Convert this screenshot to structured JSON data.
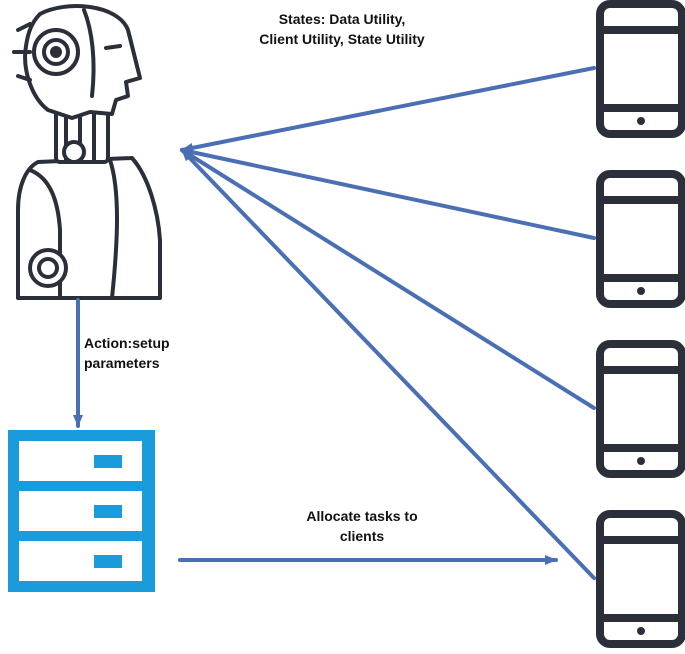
{
  "labels": {
    "states": "States: Data Utility, Client Utility, State Utility",
    "action": "Action:setup parameters",
    "allocate": "Allocate tasks to clients"
  },
  "nodes": {
    "agent": {
      "icon": "robot-icon",
      "caption": ""
    },
    "server": {
      "icon": "server-rack-icon",
      "caption": ""
    },
    "clients": [
      {
        "icon": "smartphone-icon"
      },
      {
        "icon": "smartphone-icon"
      },
      {
        "icon": "smartphone-icon"
      },
      {
        "icon": "smartphone-icon"
      }
    ]
  },
  "colors": {
    "arrow": "#4a6fb5",
    "server": "#1a9bdb",
    "device_outline": "#2b2f3a",
    "robot_outline": "#2b2f3a",
    "robot_fill": "#ffffff"
  }
}
